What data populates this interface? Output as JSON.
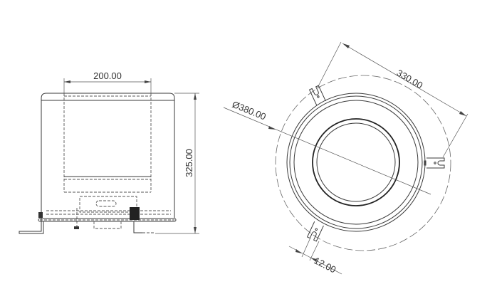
{
  "drawing": {
    "front_view": {
      "dimensions": {
        "width": "200.00",
        "height": "325.00"
      }
    },
    "top_view": {
      "dimensions": {
        "diameter": "380.00",
        "diameter_symbol": "Ø",
        "bracket_span": "330.00",
        "bracket_width": "12.00"
      }
    },
    "colors": {
      "line": "#3a3a3a",
      "background": "#ffffff"
    }
  }
}
